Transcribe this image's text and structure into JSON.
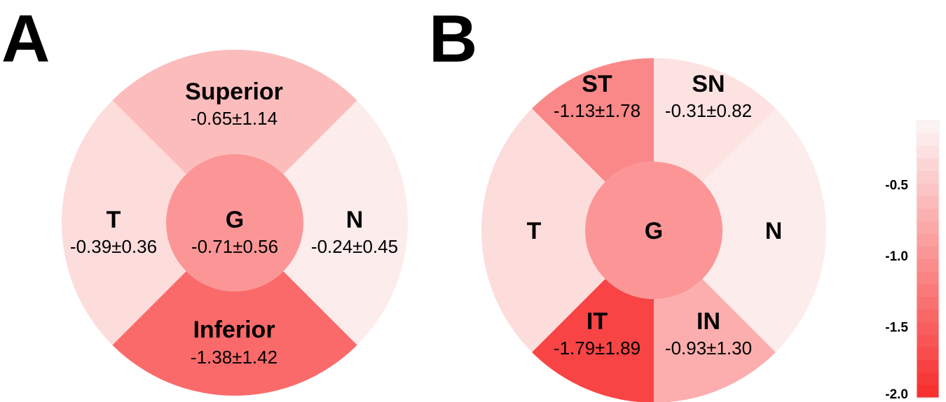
{
  "panels": {
    "a": {
      "letter": "A",
      "superior": {
        "label": "Superior",
        "value": "-0.65±1.14",
        "level": -0.65,
        "color": "#fcbcbc"
      },
      "temporal": {
        "label": "T",
        "value": "-0.39±0.36",
        "level": -0.39,
        "color": "#fddcdc"
      },
      "nasal": {
        "label": "N",
        "value": "-0.24±0.45",
        "level": -0.24,
        "color": "#fdecec"
      },
      "inferior": {
        "label": "Inferior",
        "value": "-1.38±1.42",
        "level": -1.38,
        "color": "#fb6a6a"
      },
      "global": {
        "label": "G",
        "value": "-0.71±0.56",
        "level": -0.71,
        "color": "#fc9696"
      }
    },
    "b": {
      "letter": "B",
      "superotemporal": {
        "label": "ST",
        "value": "-1.13±1.78",
        "level": -1.13,
        "color": "#fb8888"
      },
      "superonasal": {
        "label": "SN",
        "value": "-0.31±0.82",
        "level": -0.31,
        "color": "#fde2e2"
      },
      "temporal": {
        "label": "T",
        "level": -0.39,
        "color": "#fddcdc"
      },
      "nasal": {
        "label": "N",
        "level": -0.24,
        "color": "#fdecec"
      },
      "inferotemporal": {
        "label": "IT",
        "value": "-1.79±1.89",
        "level": -1.79,
        "color": "#f84444"
      },
      "inferonasal": {
        "label": "IN",
        "value": "-0.93±1.30",
        "level": -0.93,
        "color": "#fcaeae"
      },
      "global": {
        "label": "G",
        "level": -0.71,
        "color": "#fc9696"
      }
    }
  },
  "colorbar": {
    "range": [
      -2.0,
      -0.05
    ],
    "top_color": "#fdf2f2",
    "bottom_color": "#f83030",
    "step_count": 22,
    "ticks": [
      {
        "value": -0.5,
        "label": "-0.5"
      },
      {
        "value": -1.0,
        "label": "-1.0"
      },
      {
        "value": -1.5,
        "label": "-1.5"
      },
      {
        "value": -2.0,
        "label": "-2.0"
      }
    ]
  }
}
